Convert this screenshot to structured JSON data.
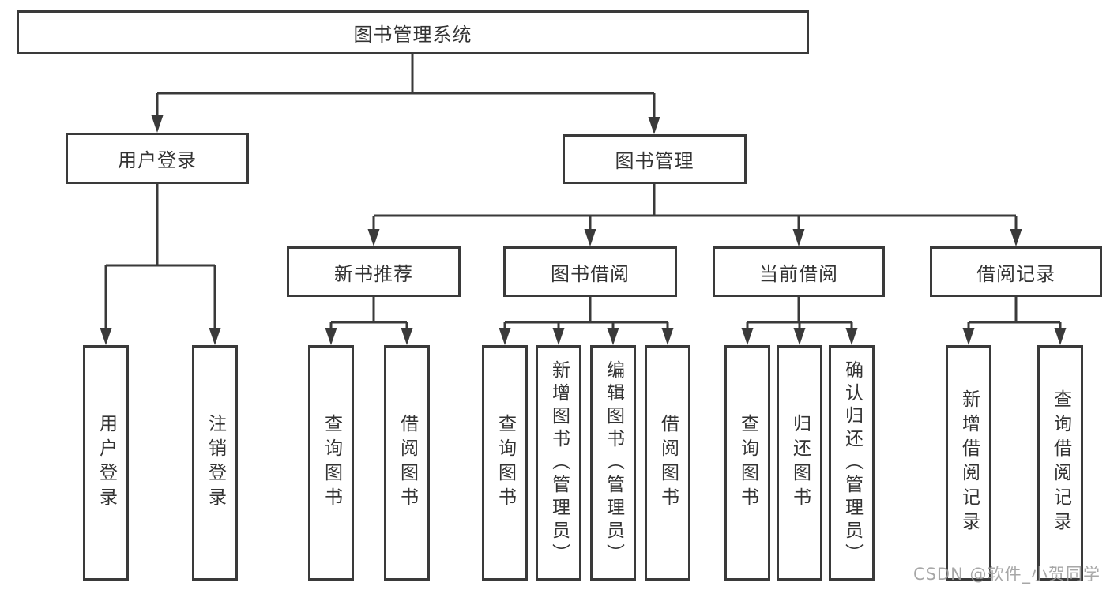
{
  "diagram_title": "图书管理系统",
  "nodes": {
    "root": "图书管理系统",
    "login": "用户登录",
    "manage": "图书管理",
    "recommend": "新书推荐",
    "borrow": "图书借阅",
    "current": "当前借阅",
    "record": "借阅记录",
    "login_user": "用户登录",
    "login_logout": "注销登录",
    "rec_query": "查询图书",
    "rec_borrow": "借阅图书",
    "bor_query": "查询图书",
    "bor_add": "新增图书（管理员）",
    "bor_edit": "编辑图书（管理员）",
    "bor_borrow": "借阅图书",
    "cur_query": "查询图书",
    "cur_return": "归还图书",
    "cur_confirm": "确认归还（管理员）",
    "rek_add": "新增借阅记录",
    "rek_query": "查询借阅记录"
  },
  "hierarchy": {
    "图书管理系统": {
      "用户登录": [
        "用户登录",
        "注销登录"
      ],
      "图书管理": {
        "新书推荐": [
          "查询图书",
          "借阅图书"
        ],
        "图书借阅": [
          "查询图书",
          "新增图书（管理员）",
          "编辑图书（管理员）",
          "借阅图书"
        ],
        "当前借阅": [
          "查询图书",
          "归还图书",
          "确认归还（管理员）"
        ],
        "借阅记录": [
          "新增借阅记录",
          "查询借阅记录"
        ]
      }
    }
  },
  "watermark": "CSDN @软件_小贺同学",
  "colors": {
    "background": "#ffffff",
    "line": "#3a3a3a",
    "box_border": "#3a3a3a",
    "text": "#333333",
    "watermark": "#9e9e9e"
  }
}
